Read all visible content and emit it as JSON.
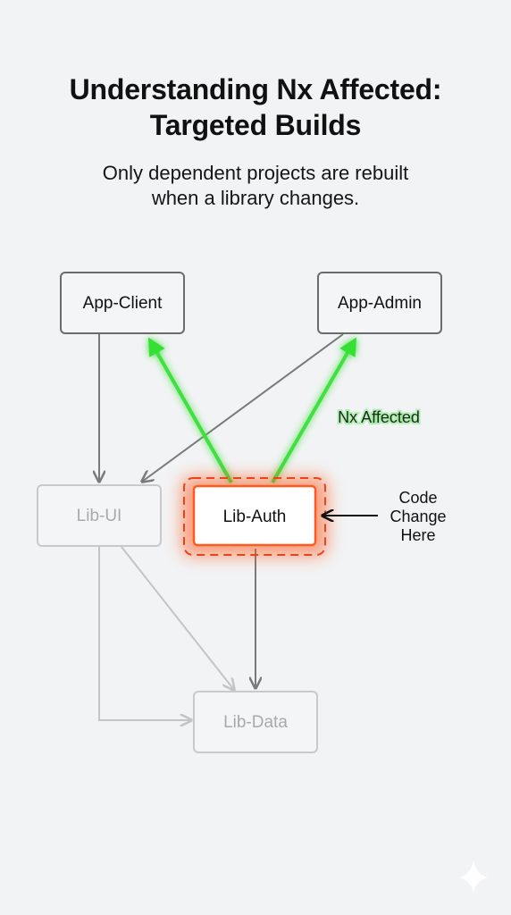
{
  "header": {
    "title_line1": "Understanding Nx Affected:",
    "title_line2": "Targeted Builds",
    "subtitle_line1": "Only dependent projects are rebuilt",
    "subtitle_line2": "when a library changes."
  },
  "diagram": {
    "nodes": {
      "app_client": "App-Client",
      "app_admin": "App-Admin",
      "lib_ui": "Lib-UI",
      "lib_auth": "Lib-Auth",
      "lib_data": "Lib-Data"
    },
    "affected_label": "Nx Affected",
    "change_label_line1": "Code",
    "change_label_line2": "Change",
    "change_label_line3": "Here"
  },
  "colors": {
    "background": "#f2f3f5",
    "affected_green": "#3fe03f",
    "changed_orange": "#ff5a1f",
    "active_border": "#6b6b6b",
    "inactive_border": "#c9c9c9"
  }
}
